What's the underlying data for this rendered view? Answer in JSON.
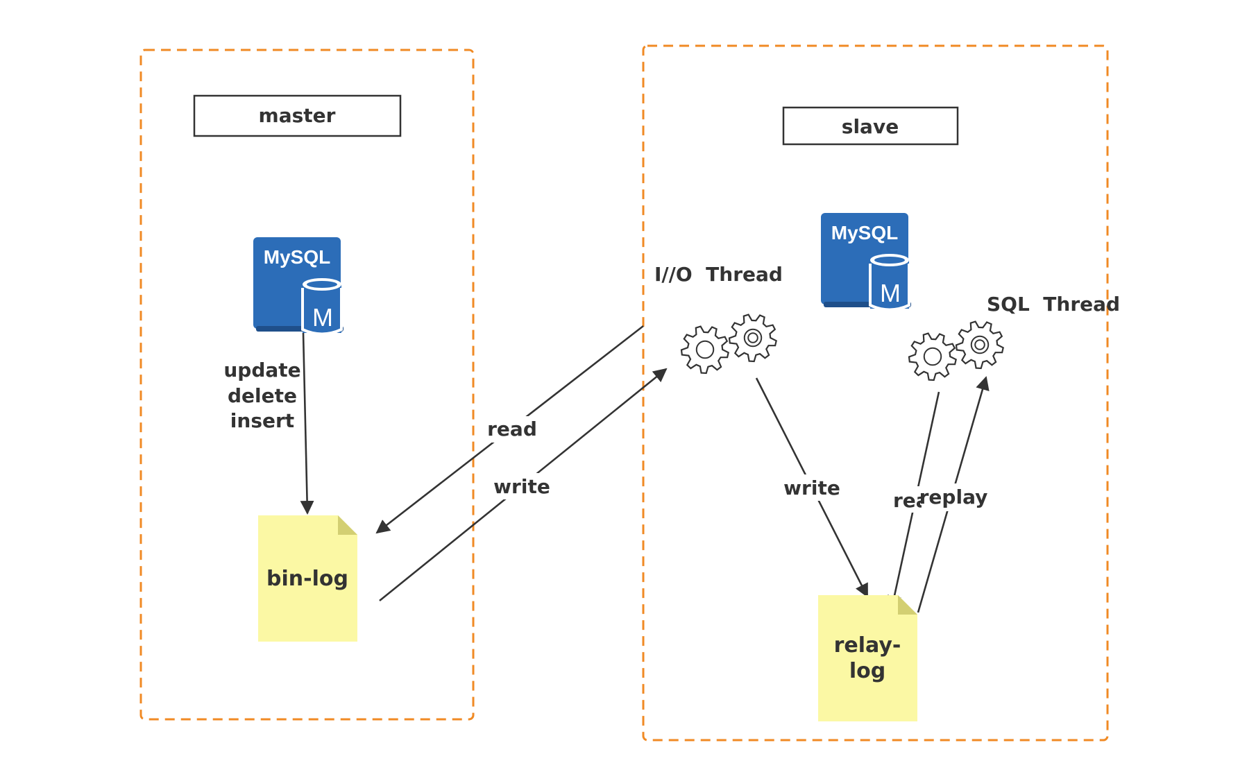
{
  "groups": {
    "master": {
      "title": "master"
    },
    "slave": {
      "title": "slave"
    }
  },
  "icons": {
    "master_db": {
      "label": "MySQL",
      "badge": "M",
      "color": "#2c6db8"
    },
    "slave_db": {
      "label": "MySQL",
      "badge": "M",
      "color": "#2c6db8"
    }
  },
  "threads": {
    "io": "I//O  Thread",
    "sql": "SQL  Thread"
  },
  "notes": {
    "binlog": "bin-log",
    "relaylog_line1": "relay-",
    "relaylog_line2": "log"
  },
  "edges": {
    "master_ops": [
      "update",
      "delete",
      "insert"
    ],
    "read": "read",
    "write": "write",
    "io_write": "write",
    "sql_read_partial": "rea",
    "replay": "replay"
  },
  "colors": {
    "group_border": "#f08a24",
    "note_fill": "#fbf8a4",
    "text": "#333333"
  }
}
